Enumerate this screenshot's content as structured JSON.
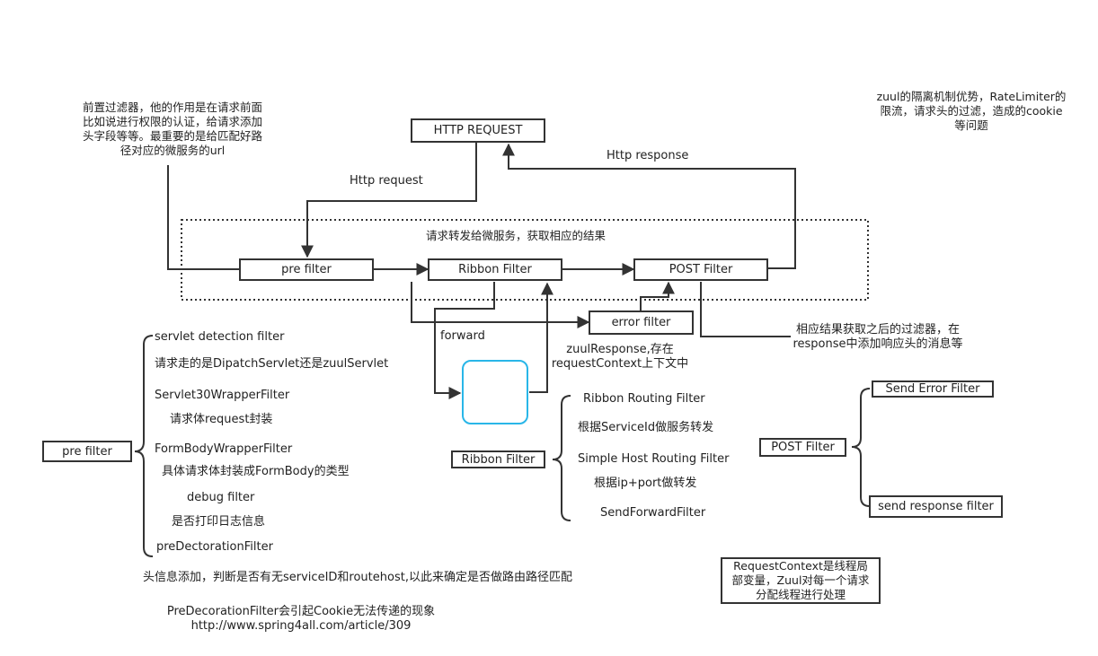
{
  "nodes": {
    "http_request": "HTTP REQUEST",
    "pre_filter": "pre filter",
    "ribbon_filter": "Ribbon Filter",
    "post_filter": "POST Filter",
    "error_filter": "error filter",
    "pre_filter_side": "pre filter",
    "ribbon_filter_side": "Ribbon Filter",
    "post_filter_side": "POST Filter",
    "send_error_filter": "Send Error Filter",
    "send_response_filter": "send response filter"
  },
  "edge_labels": {
    "http_request": "Http request",
    "http_response": "Http response",
    "forward": "forward",
    "zuul_response": [
      "zuulResponse,存在",
      "requestContext上下文中"
    ],
    "dotted_group": "请求转发给微服务，获取相应的结果"
  },
  "notes": {
    "pre_desc": [
      "前置过滤器，他的作用是在请求前面",
      "比如说进行权限的认证，给请求添加",
      "头字段等等。最重要的是给匹配好路",
      "径对应的微服务的url"
    ],
    "zuul_advantages": [
      "zuul的隔离机制优势，RateLimiter的",
      "限流，请求头的过滤，造成的cookie",
      "等问题"
    ],
    "post_desc": [
      "相应结果获取之后的过滤器，在",
      "response中添加响应头的消息等"
    ],
    "request_context": [
      "RequestContext是线程局",
      "部变量，Zuul对每一个请求",
      "分配线程进行处理"
    ]
  },
  "pre_list": [
    "servlet detection filter",
    "请求走的是DipatchServlet还是zuulServlet",
    "Servlet30WrapperFilter",
    "请求体request封装",
    "FormBodyWrapperFilter",
    "具体请求体封装成FormBody的类型",
    "debug filter",
    "是否打印日志信息",
    "preDectorationFilter",
    "头信息添加，判断是否有无serviceID和routehost,以此来确定是否做路由路径匹配",
    "PreDecorationFilter会引起Cookie无法传递的现象",
    "http://www.spring4all.com/article/309"
  ],
  "ribbon_list": [
    "Ribbon Routing Filter",
    "根据ServiceId做服务转发",
    "Simple Host Routing Filter",
    "根据ip+port做转发",
    "SendForwardFilter"
  ],
  "colors": {
    "line": "#333333",
    "cloud": "#29b6e8"
  }
}
